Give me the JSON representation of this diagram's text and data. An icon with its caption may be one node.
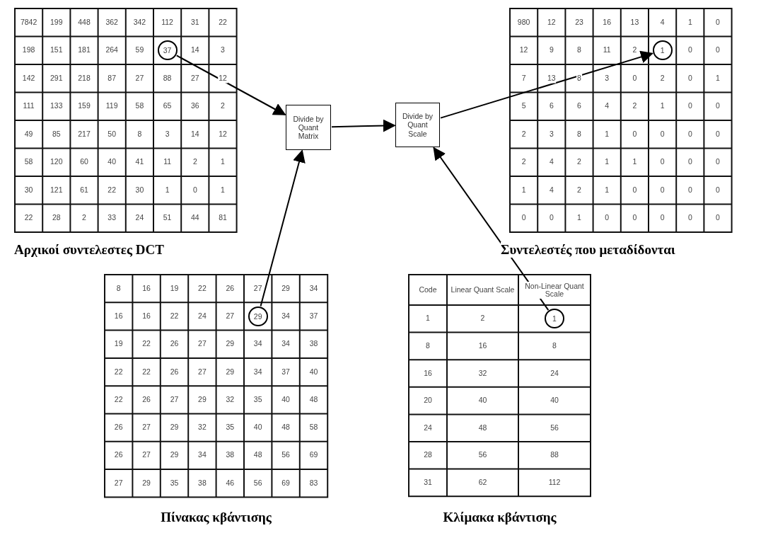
{
  "diagram": {
    "nodes": [
      {
        "text": [
          "37"
        ]
      },
      {
        "text": [
          "Divide by Quant Matrix"
        ]
      },
      {
        "text": [
          "Divide by Quant Scale"
        ]
      },
      {
        "text": [
          "1"
        ]
      },
      {
        "text": [
          "29"
        ]
      },
      {
        "text": [
          "1"
        ]
      }
    ],
    "edges": [
      {
        "from": 0,
        "to": 1,
        "arrow": "to"
      },
      {
        "from": 1,
        "to": 2,
        "arrow": "to"
      },
      {
        "from": 2,
        "to": 3,
        "arrow": "to"
      },
      {
        "from": 4,
        "to": 1,
        "arrow": "to"
      },
      {
        "from": 5,
        "to": 2,
        "arrow": "to"
      }
    ],
    "labels": [
      "7842",
      "199",
      "448",
      "362",
      "342",
      "112",
      "31",
      "22",
      "198",
      "151",
      "181",
      "264",
      "59",
      "14",
      "3",
      "142",
      "291",
      "218",
      "87",
      "27",
      "88",
      "27",
      "12",
      "111",
      "133",
      "159",
      "119",
      "58",
      "65",
      "36",
      "2",
      "49",
      "85",
      "217",
      "50",
      "8",
      "3",
      "14",
      "12",
      "58",
      "120",
      "60",
      "40",
      "41",
      "11",
      "2",
      "1",
      "30",
      "121",
      "61",
      "22",
      "30",
      "1",
      "0",
      "1",
      "22",
      "28",
      "2",
      "33",
      "24",
      "51",
      "44",
      "81",
      "Αρχικοί συντελεστες DCT",
      "980",
      "12",
      "23",
      "16",
      "13",
      "4",
      "1",
      "0",
      "12",
      "9",
      "8",
      "11",
      "2",
      "0",
      "0",
      "7",
      "13",
      "8",
      "3",
      "0",
      "2",
      "0",
      "1",
      "5",
      "6",
      "6",
      "4",
      "2",
      "1",
      "0",
      "0",
      "2",
      "3",
      "8",
      "1",
      "0",
      "0",
      "0",
      "0",
      "2",
      "4",
      "2",
      "1",
      "1",
      "0",
      "0",
      "0",
      "1",
      "4",
      "2",
      "1",
      "0",
      "0",
      "0",
      "0",
      "0",
      "0",
      "1",
      "0",
      "0",
      "0",
      "0",
      "0",
      "Συντελεστές που μεταδίδονται",
      "8",
      "16",
      "19",
      "22",
      "26",
      "27",
      "29",
      "34",
      "16",
      "16",
      "22",
      "24",
      "27",
      "34",
      "37",
      "19",
      "22",
      "26",
      "27",
      "29",
      "34",
      "34",
      "38",
      "22",
      "22",
      "26",
      "27",
      "29",
      "34",
      "37",
      "40",
      "22",
      "26",
      "27",
      "29",
      "32",
      "35",
      "40",
      "48",
      "26",
      "27",
      "29",
      "32",
      "35",
      "40",
      "48",
      "58",
      "26",
      "27",
      "29",
      "34",
      "38",
      "48",
      "56",
      "69",
      "27",
      "29",
      "35",
      "38",
      "46",
      "56",
      "69",
      "83",
      "Πίνακας κβάντισης",
      "Code",
      "Linear Quant Scale",
      "Non-Linear Quant Scale",
      "1",
      "2",
      "8",
      "16",
      "8",
      "16",
      "32",
      "24",
      "20",
      "40",
      "40",
      "24",
      "48",
      "56",
      "28",
      "56",
      "88",
      "31",
      "62",
      "112",
      "Κλίμακα κβάντισης"
    ]
  }
}
